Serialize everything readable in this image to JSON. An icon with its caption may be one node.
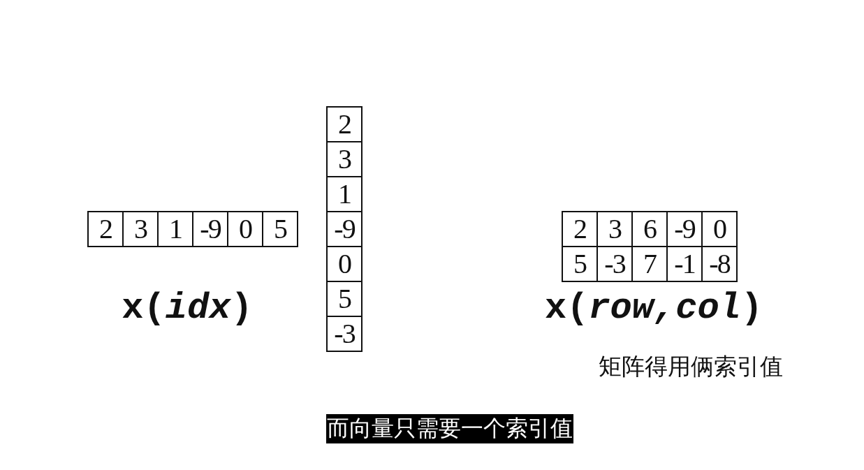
{
  "diagram": {
    "labels": [
      "2",
      "3",
      "1",
      "-9",
      "0",
      "5",
      "x(*idx*)",
      "2",
      "3",
      "1",
      "-9",
      "0",
      "5",
      "-3",
      "2",
      "3",
      "6",
      "-9",
      "0",
      "5",
      "-3",
      "7",
      "-1",
      "-8",
      "x(*row,col*)",
      "矩阵得用俩索引值",
      "而向量只需要一个索引值"
    ]
  }
}
